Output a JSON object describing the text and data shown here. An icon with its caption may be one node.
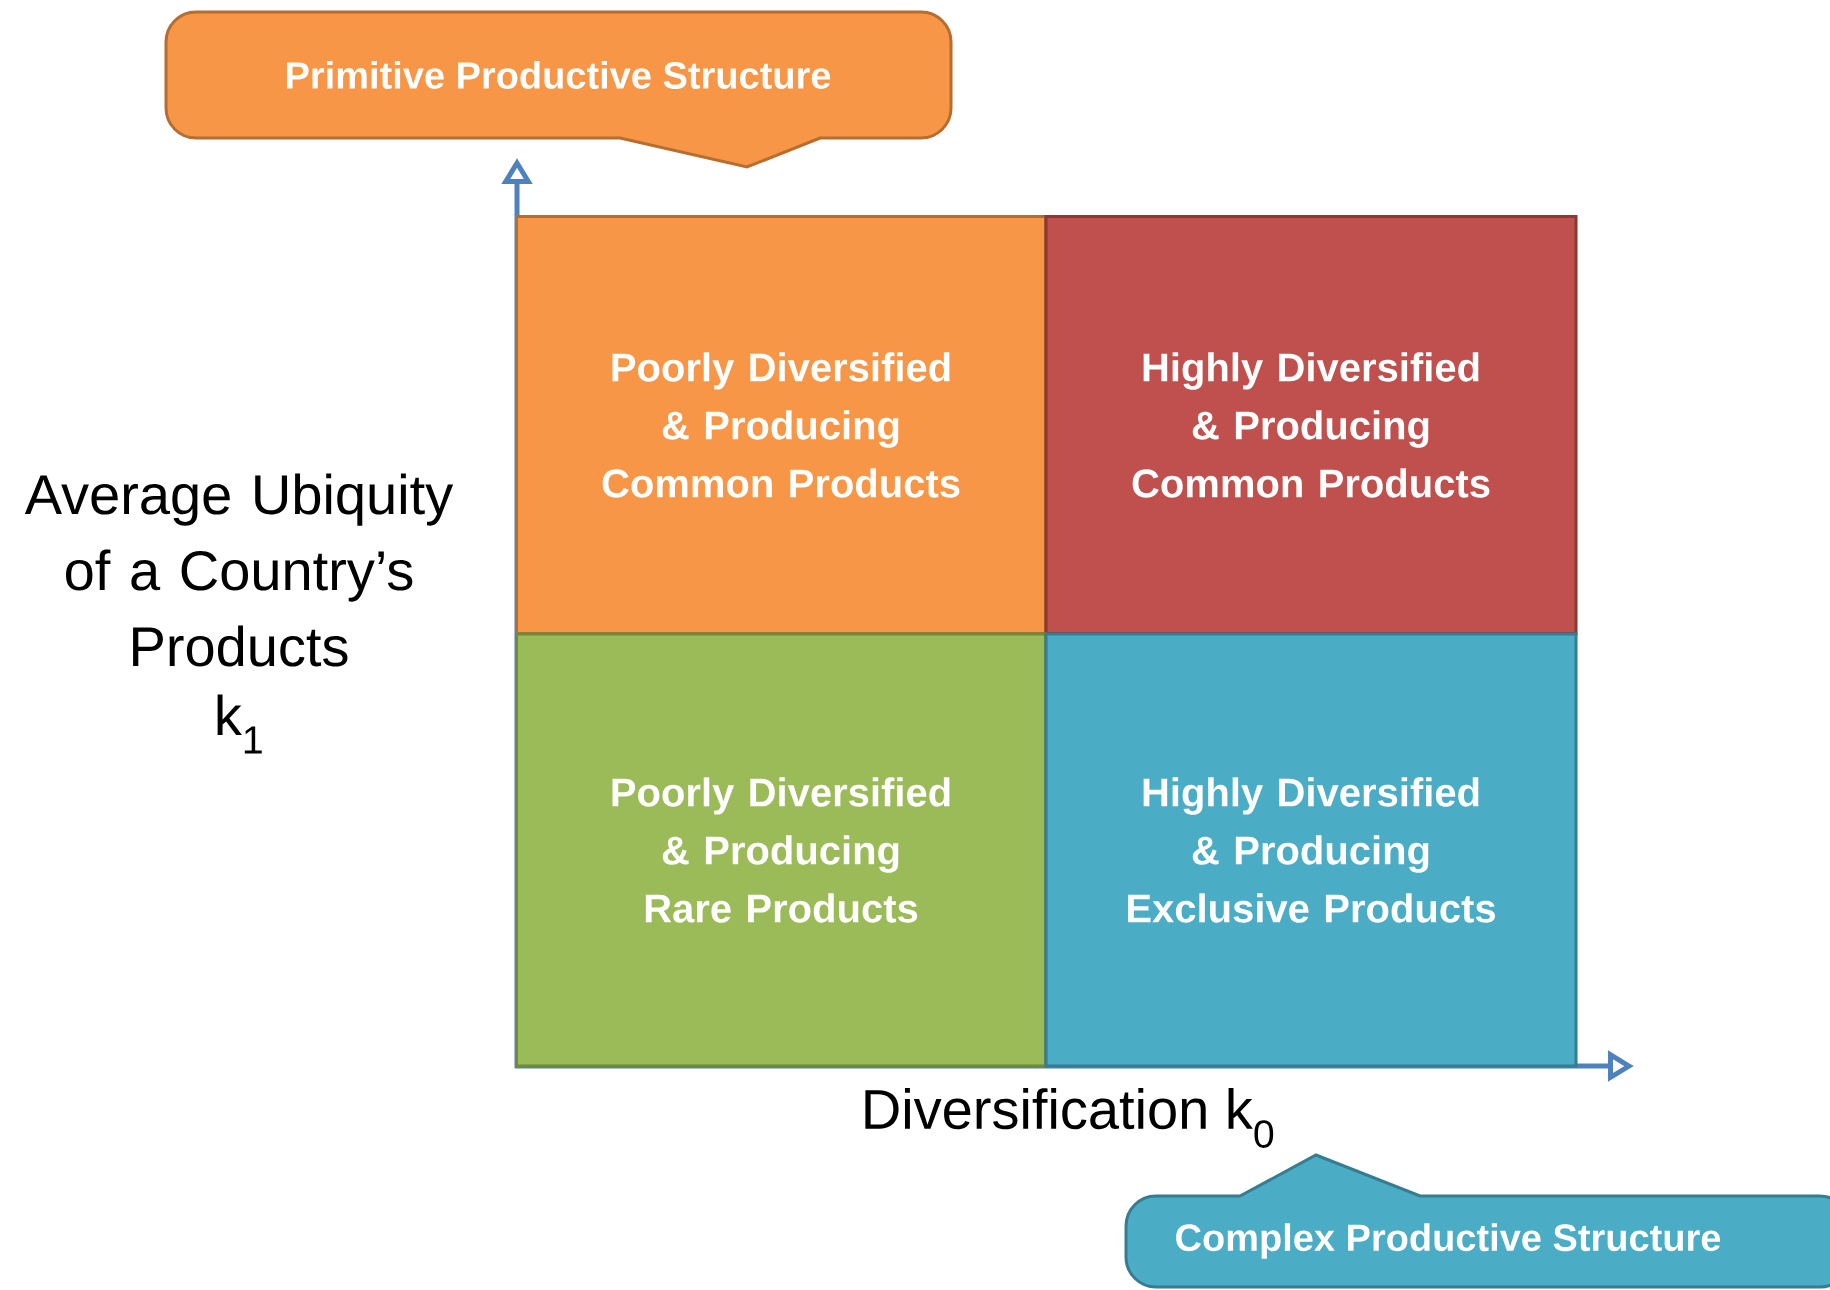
{
  "diagram": {
    "nodes": [
      {
        "text": [
          "Primitive Productive Structure"
        ]
      },
      {
        "text": [
          "Poorly Diversified & Producing Common Products"
        ]
      },
      {
        "text": [
          "Highly Diversified & Producing Common Products"
        ]
      },
      {
        "text": [
          "Poorly Diversified & Producing Rare Products"
        ]
      },
      {
        "text": [
          "Highly Diversified & Producing Exclusive Products"
        ]
      },
      {
        "text": [
          "Complex Productive Structure"
        ]
      }
    ],
    "labels": [
      "Average Ubiquity of a Country’s Products",
      "k$_{1}$",
      "Diversification k$_{0}$"
    ]
  }
}
